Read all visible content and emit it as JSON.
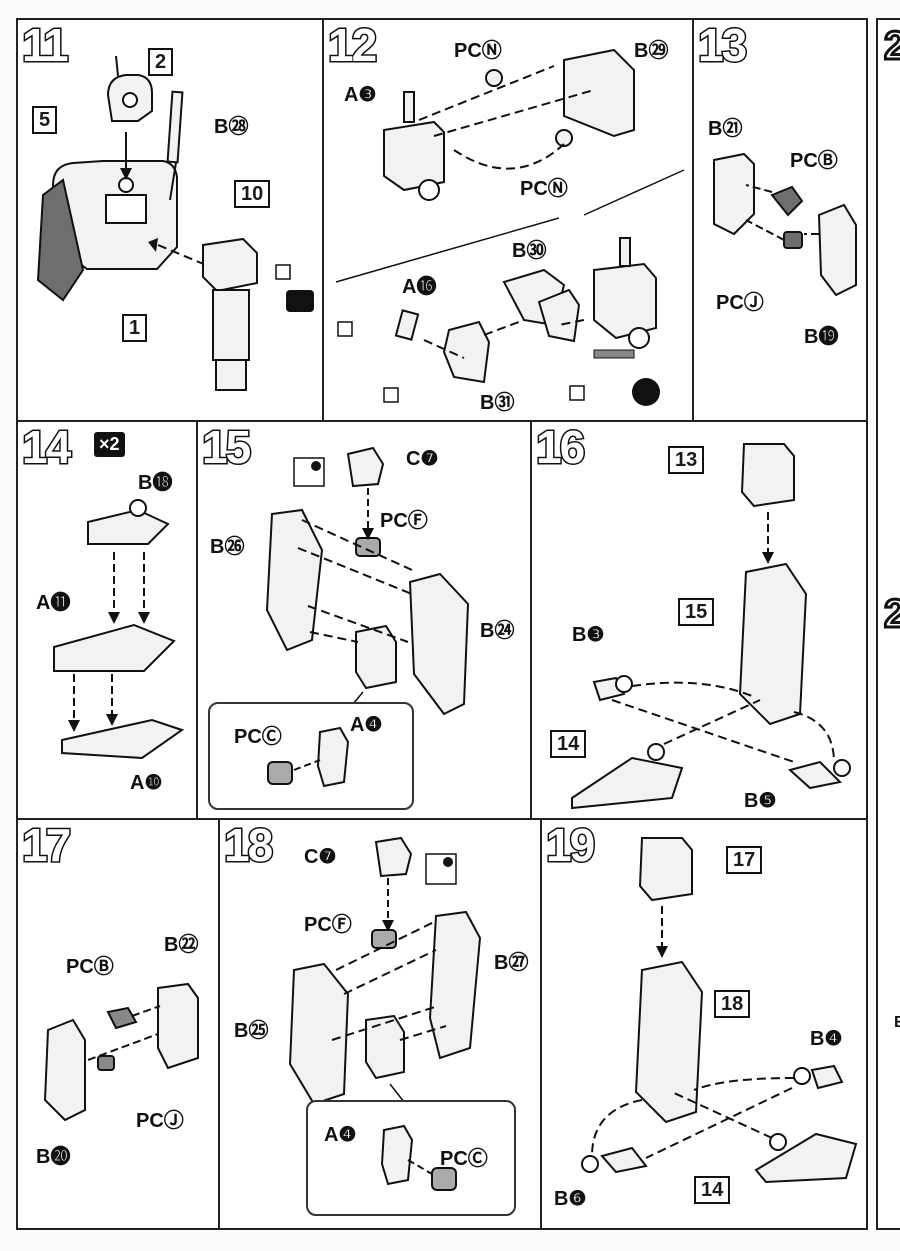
{
  "steps": {
    "s11": {
      "number": "11",
      "labels": {
        "box2": "2",
        "box5": "5",
        "box10": "10",
        "box1": "1",
        "b28": "B㉘",
        "note": "( )"
      }
    },
    "s12": {
      "number": "12",
      "labels": {
        "pcn_top": "PCⓃ",
        "b29": "B㉙",
        "a3": "A❸",
        "pcn_bottom": "PCⓃ",
        "b30": "B㉚",
        "a16": "A⓰",
        "b31": "B㉛"
      }
    },
    "s13": {
      "number": "13",
      "labels": {
        "b21": "B㉑",
        "pcb": "PCⒷ",
        "pcj": "PCⒿ",
        "b19": "B⓳"
      }
    },
    "s14": {
      "number": "14",
      "multiplier": "×2",
      "labels": {
        "b18": "B⓲",
        "a11": "A⓫",
        "a10": "A❿"
      }
    },
    "s15": {
      "number": "15",
      "labels": {
        "c7": "C❼",
        "pcf": "PCⒻ",
        "b26": "B㉖",
        "b24": "B㉔",
        "pcc": "PCⒸ",
        "a4": "A❹"
      }
    },
    "s16": {
      "number": "16",
      "labels": {
        "box13": "13",
        "box15": "15",
        "b3": "B❸",
        "box14": "14",
        "b5": "B❺"
      }
    },
    "s17": {
      "number": "17",
      "labels": {
        "pcb": "PCⒷ",
        "b22": "B㉒",
        "pcj": "PCⒿ",
        "b20": "B⓴"
      }
    },
    "s18": {
      "number": "18",
      "labels": {
        "c7": "C❼",
        "pcf": "PCⒻ",
        "b27": "B㉗",
        "b25": "B㉕",
        "a4": "A❹",
        "pcc": "PCⒸ"
      }
    },
    "s19": {
      "number": "19",
      "labels": {
        "box17": "17",
        "box18": "18",
        "b4": "B❹",
        "b6": "B❻",
        "box14": "14"
      }
    }
  },
  "edge": {
    "frag1": "2",
    "frag2": "2",
    "frag3": "E"
  },
  "colors": {
    "line": "#111111",
    "panel_bg": "#ffffff",
    "part_fill": "#f2f2f2",
    "dark_part": "#6e6e6e"
  }
}
